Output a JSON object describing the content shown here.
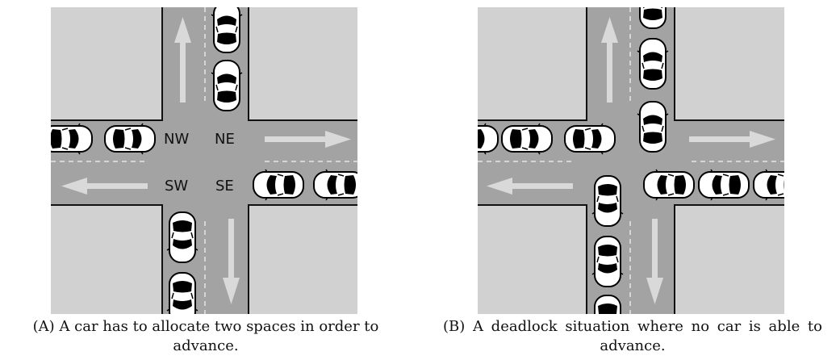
{
  "panel_a": {
    "quadrant_labels": {
      "nw": "NW",
      "ne": "NE",
      "sw": "SW",
      "se": "SE"
    },
    "caption": {
      "tag": "(A)",
      "text": "A car has to allocate two spaces in order to advance."
    }
  },
  "panel_b": {
    "caption": {
      "tag": "(B)",
      "text": "A deadlock situation where no car is able to advance."
    }
  },
  "colors": {
    "road": "#a3a3a3",
    "block": "#d1d1d1",
    "arrow": "#d9d9d9",
    "lane_dash": "#e6e6e6",
    "car_body": "#ffffff",
    "car_glass": "#000000"
  }
}
